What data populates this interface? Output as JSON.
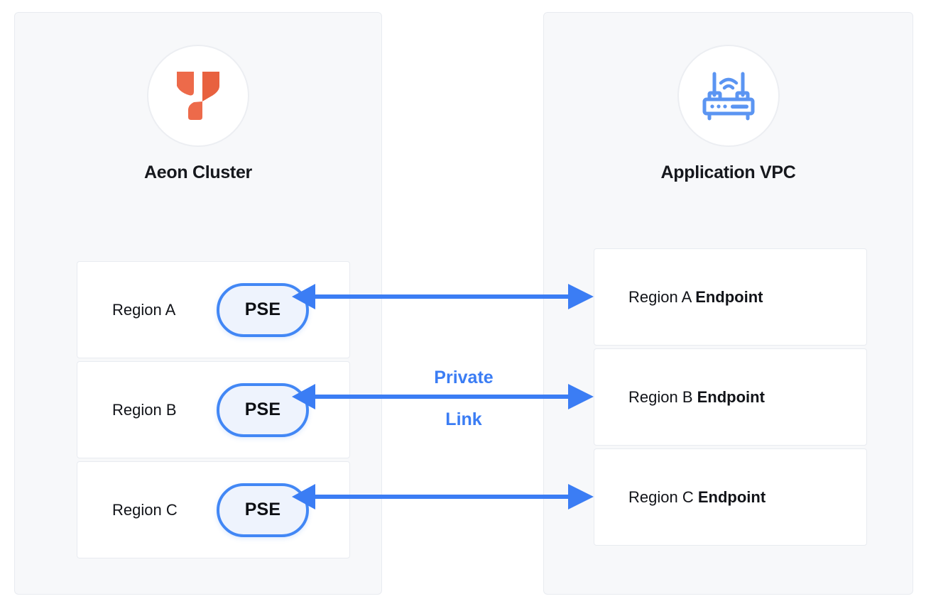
{
  "diagram": {
    "title_hidden": "",
    "accent_blue": "#3b7df4",
    "logo_orange": "#ed6a4a",
    "panel_bg": "#f7f8fa",
    "box_bg": "#ffffff",
    "border_color": "#e8ebf0",
    "pse_fill": "#eef3fd"
  },
  "left_panel": {
    "icon_name": "aeon-logo-icon",
    "title": "Aeon Cluster",
    "rows": [
      {
        "region_label": "Region A",
        "badge": "PSE"
      },
      {
        "region_label": "Region B",
        "badge": "PSE"
      },
      {
        "region_label": "Region C",
        "badge": "PSE"
      }
    ]
  },
  "right_panel": {
    "icon_name": "router-wifi-icon",
    "title": "Application VPC",
    "rows": [
      {
        "prefix": "Region A ",
        "emphasis": "Endpoint"
      },
      {
        "prefix": "Region B ",
        "emphasis": "Endpoint"
      },
      {
        "prefix": "Region C ",
        "emphasis": "Endpoint"
      }
    ]
  },
  "connections": {
    "label_line_1": "Private",
    "label_line_2": "Link",
    "color": "#3b7df4",
    "arrow_count": 3,
    "bidirectional": true
  }
}
